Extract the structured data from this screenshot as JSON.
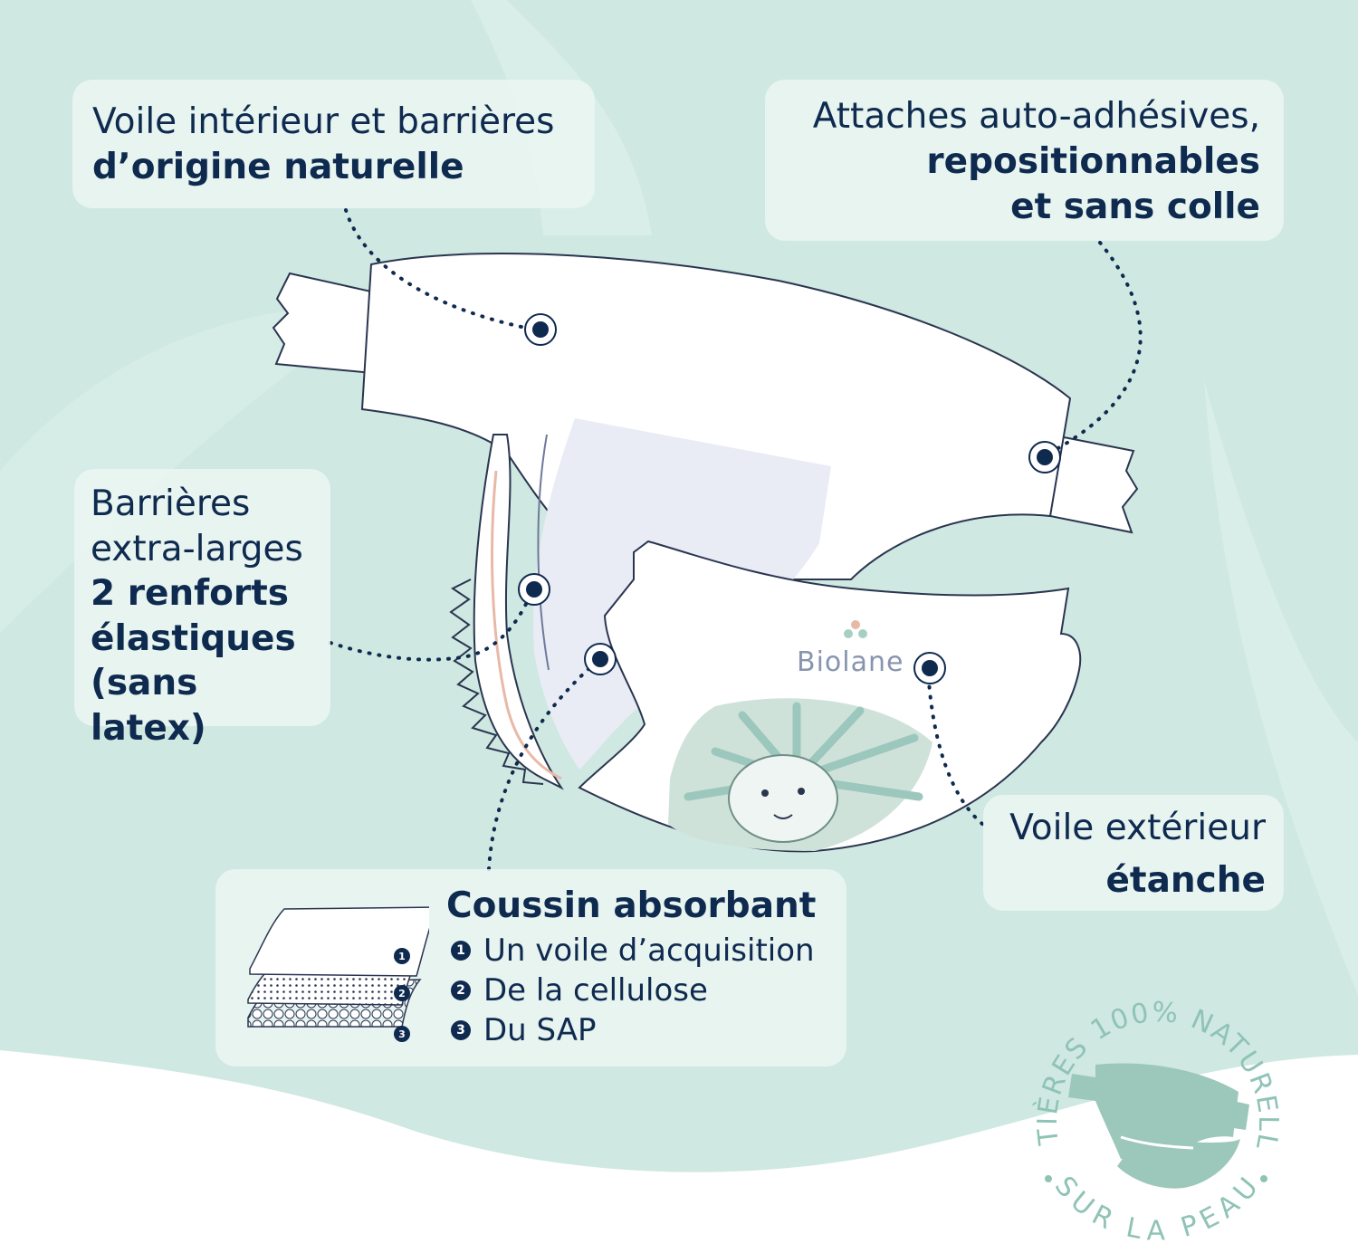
{
  "labels": {
    "voile_interieur": {
      "line1": "Voile intérieur et barrières",
      "line2": "d’origine naturelle"
    },
    "attaches": {
      "line1": "Attaches auto-adhésives,",
      "line2": "repositionnables",
      "line3": "et sans colle"
    },
    "barrieres": {
      "line1": "Barrières",
      "line2": "extra-larges",
      "line3": "2 renforts",
      "line4": "élastiques",
      "line5": "(sans latex)"
    },
    "voile_exterieur": {
      "line1": "Voile extérieur",
      "line2": "étanche"
    },
    "coussin": {
      "title": "Coussin absorbant",
      "layers": [
        {
          "num": "1",
          "text": "Un voile d’acquisition"
        },
        {
          "num": "2",
          "text": "De la cellulose"
        },
        {
          "num": "3",
          "text": "Du SAP"
        }
      ]
    }
  },
  "brand": "Biolane",
  "badge": {
    "top_text": "MATIÈRES 100% NATURELLES",
    "bottom_text": "SUR LA PEAU"
  },
  "colors": {
    "background": "#cfe8e1",
    "navy": "#0f2a4f",
    "mint": "#8fc3b6",
    "box": "#ecf6f3"
  }
}
